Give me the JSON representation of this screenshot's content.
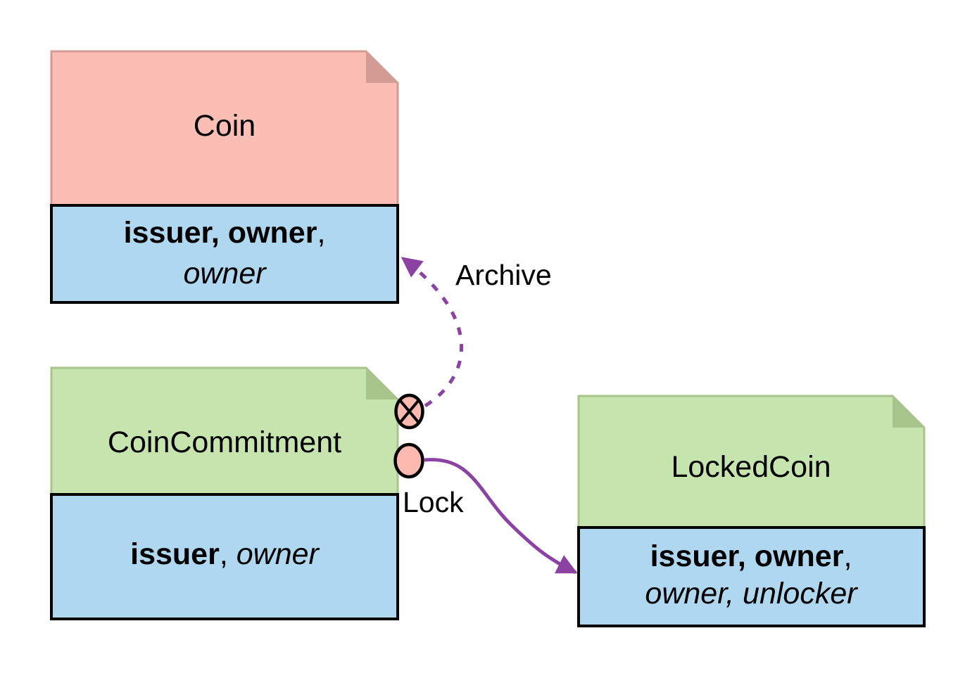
{
  "colors": {
    "background": "#FFFFFF",
    "pink_fill": "#FBBEB4",
    "pink_edge": "#D39B92",
    "green_fill": "#C5E4AE",
    "green_edge": "#A7C48B",
    "blue_fill": "#AFD7F0",
    "box_border": "#000000",
    "purple": "#8B42A2",
    "marker_fill": "#FBB9AF",
    "text": "#000000"
  },
  "states": {
    "coin": {
      "title": "Coin",
      "attrs_bold": "issuer, owner",
      "attrs_tail": ",",
      "attrs_italic": "owner"
    },
    "coin_commitment": {
      "title": "CoinCommitment",
      "attrs_bold": "issuer",
      "attrs_tail": ", ",
      "attrs_italic": "owner"
    },
    "locked_coin": {
      "title": "LockedCoin",
      "attrs_bold": "issuer, owner",
      "attrs_tail": ",",
      "attrs_italic": "owner, unlocker"
    }
  },
  "transitions": {
    "archive": {
      "label": "Archive",
      "style": "dashed"
    },
    "lock": {
      "label": "Lock",
      "style": "solid"
    }
  },
  "icons": {
    "consume_marker": "circle-cross-icon",
    "output_marker": "circle-icon",
    "arrowhead": "arrowhead-icon"
  }
}
